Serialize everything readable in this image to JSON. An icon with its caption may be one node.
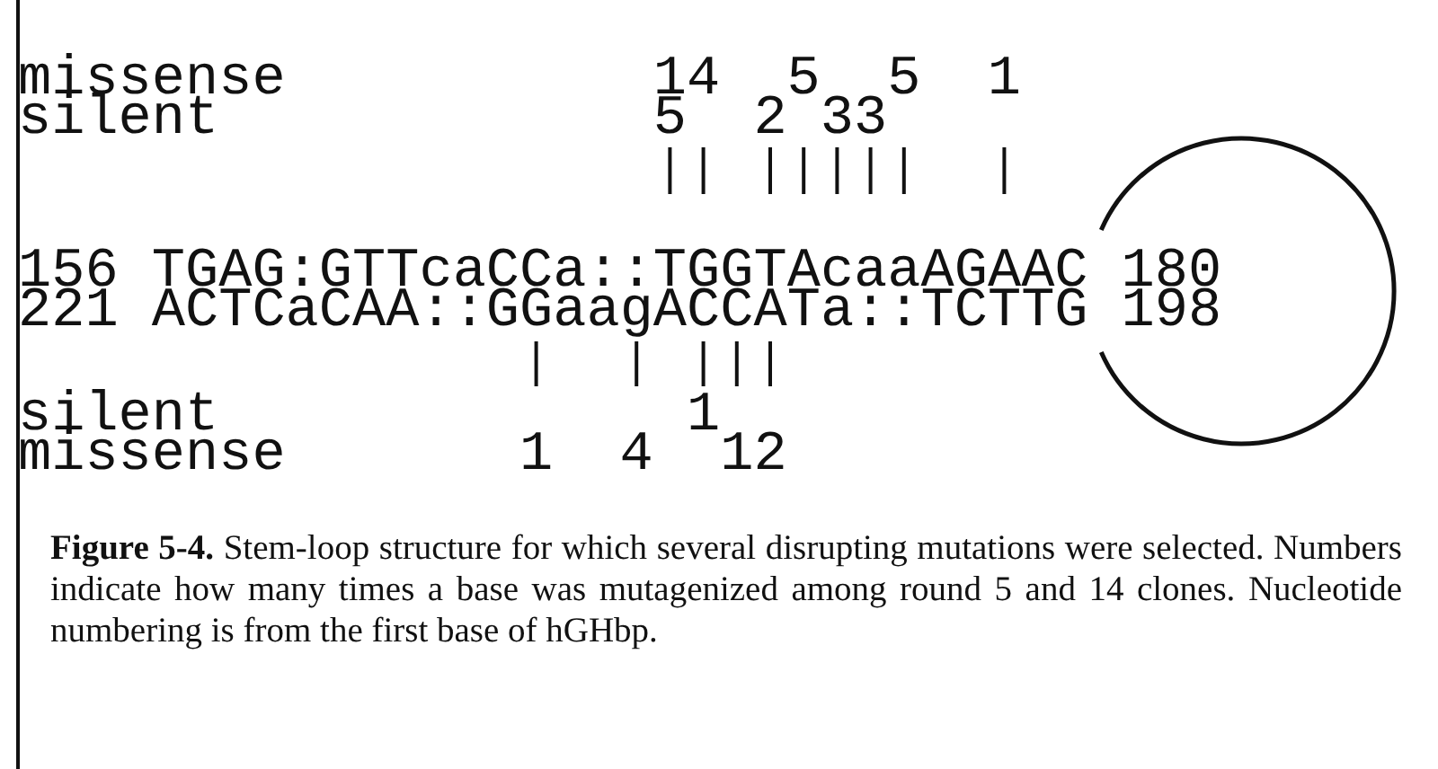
{
  "diagram": {
    "caption": "**Figure 5-4.** Stem-loop structure for which several disrupting mutations were selected. Numbers indicate how many times a base was mutagenized among round 5 and 14 clones. Nucleotide numbering is from the first base of hGHbp.",
    "labels": [
      "missense",
      "14",
      "5",
      "5",
      "1",
      "silent",
      "5",
      "2",
      "33",
      "156",
      "TGAG:GTTcaCCa::TGGTAcaaAGAAC",
      "180",
      "221",
      "ACTCaCAA::GGaagACCATa::TCTTG",
      "198",
      "silent",
      "1",
      "missense",
      "1",
      "4",
      "12"
    ]
  }
}
